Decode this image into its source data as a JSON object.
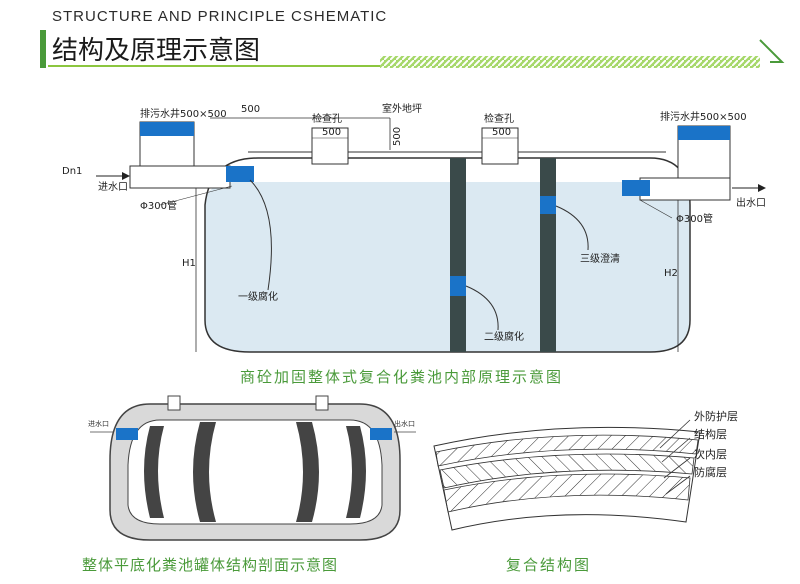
{
  "header": {
    "title_en": "STRUCTURE AND PRINCIPLE CSHEMATIC",
    "title_cn": "结构及原理示意图"
  },
  "main_diagram": {
    "caption": "商砼加固整体式复合化粪池内部原理示意图",
    "labels": {
      "well_left": "排污水井500×500",
      "well_right": "排污水井500×500",
      "dim_500_top": "500",
      "inspection_1": "检查孔",
      "inspection_2": "检查孔",
      "outdoor_ground": "室外地坪",
      "dim_500_a": "500",
      "dim_500_b": "500",
      "dim_500_vertical": "500",
      "dn1": "Dn1",
      "inlet": "进水口",
      "outlet": "出水口",
      "pipe_left": "Φ300管",
      "pipe_right": "Φ300管",
      "h1": "H1",
      "h2": "H2",
      "stage1": "一级腐化",
      "stage2": "二级腐化",
      "stage3": "三级澄清"
    }
  },
  "section_diagram": {
    "caption": "整体平底化粪池罐体结构剖面示意图",
    "labels": {
      "inlet": "进水口",
      "outlet": "出水口"
    }
  },
  "composite_diagram": {
    "caption": "复合结构图",
    "layers": [
      "外防护层",
      "结构层",
      "次内层",
      "防腐层"
    ]
  },
  "colors": {
    "accent_green": "#4a9a3a",
    "header_bar_green": "#8cc63f",
    "water_blue": "#dbe9f2",
    "pipe_blue": "#1a73c8",
    "baffle_dark": "#3a4a4a"
  }
}
